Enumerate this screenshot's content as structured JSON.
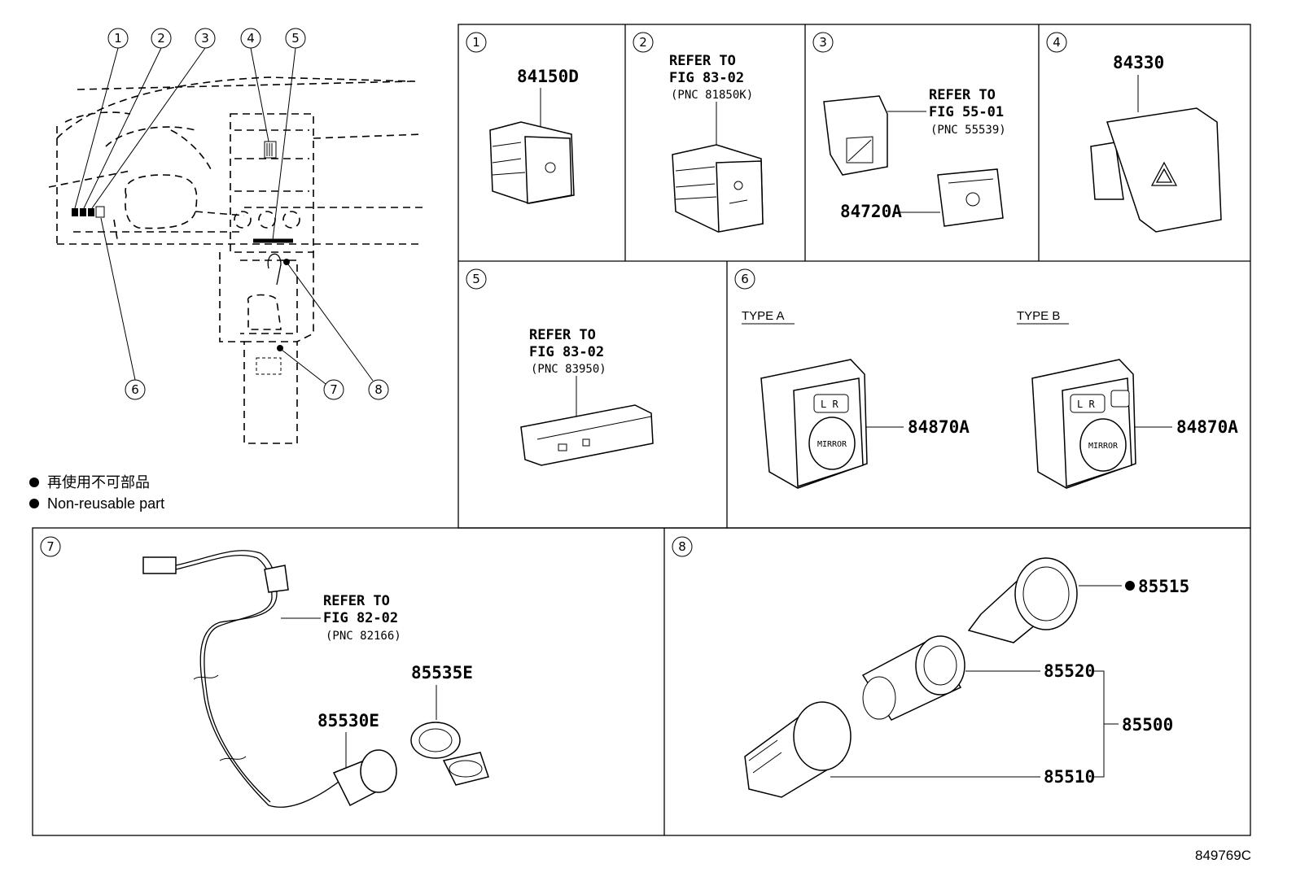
{
  "overview": {
    "callouts": [
      "1",
      "2",
      "3",
      "4",
      "5",
      "6",
      "7",
      "8"
    ]
  },
  "legend": {
    "jp": "再使用不可部品",
    "en": "Non-reusable part"
  },
  "panels": {
    "p1": {
      "num": "1",
      "part": "84150D"
    },
    "p2": {
      "num": "2",
      "ref1": "REFER TO",
      "ref2": "FIG 83-02",
      "pnc": "(PNC 81850K)"
    },
    "p3": {
      "num": "3",
      "ref1": "REFER TO",
      "ref2": "FIG 55-01",
      "pnc": "(PNC 55539)",
      "part": "84720A"
    },
    "p4": {
      "num": "4",
      "part": "84330"
    },
    "p5": {
      "num": "5",
      "ref1": "REFER TO",
      "ref2": "FIG 83-02",
      "pnc": "(PNC 83950)"
    },
    "p6": {
      "num": "6",
      "typeA": "TYPE A",
      "typeB": "TYPE B",
      "partA": "84870A",
      "partB": "84870A",
      "mirror_label": "MIRROR",
      "lr_label": "L R"
    },
    "p7": {
      "num": "7",
      "ref1": "REFER TO",
      "ref2": "FIG 82-02",
      "pnc": "(PNC 82166)",
      "part_socket": "85530E",
      "part_cap": "85535E"
    },
    "p8": {
      "num": "8",
      "part_a": "85515",
      "part_b": "85520",
      "part_c": "85500",
      "part_d": "85510"
    }
  },
  "footer": {
    "code": "849769C"
  }
}
